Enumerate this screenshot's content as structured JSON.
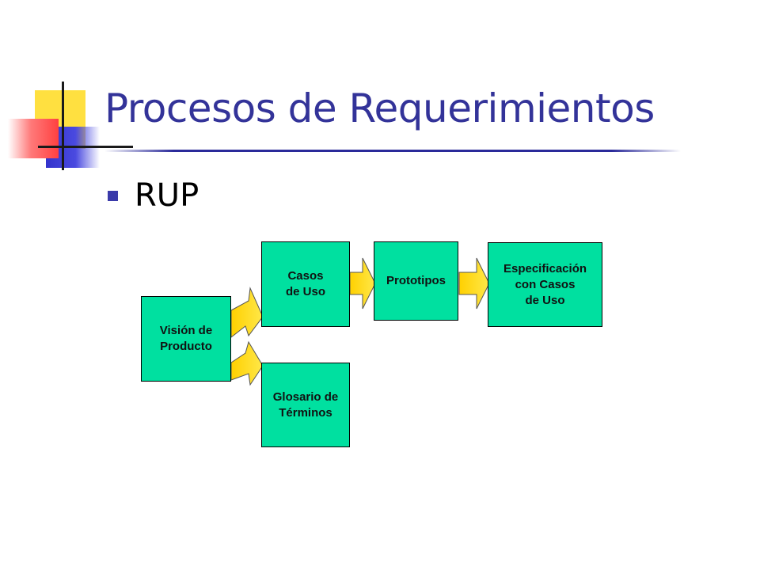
{
  "slide": {
    "title": "Procesos de Requerimientos",
    "bullet": "RUP",
    "colors": {
      "title": "#333399",
      "box_fill": "#00e0a0",
      "arrow_fill": "#ffd700",
      "deco_yellow": "#ffe040",
      "deco_blue": "#3333cc",
      "deco_red": "#ff4040"
    }
  },
  "diagram": {
    "nodes": {
      "vision": "Visión de\nProducto",
      "casos": "Casos\nde Uso",
      "glosario": "Glosario de\nTérminos",
      "prototipos": "Prototipos",
      "especificacion": "Especificación\ncon Casos\nde Uso"
    }
  }
}
